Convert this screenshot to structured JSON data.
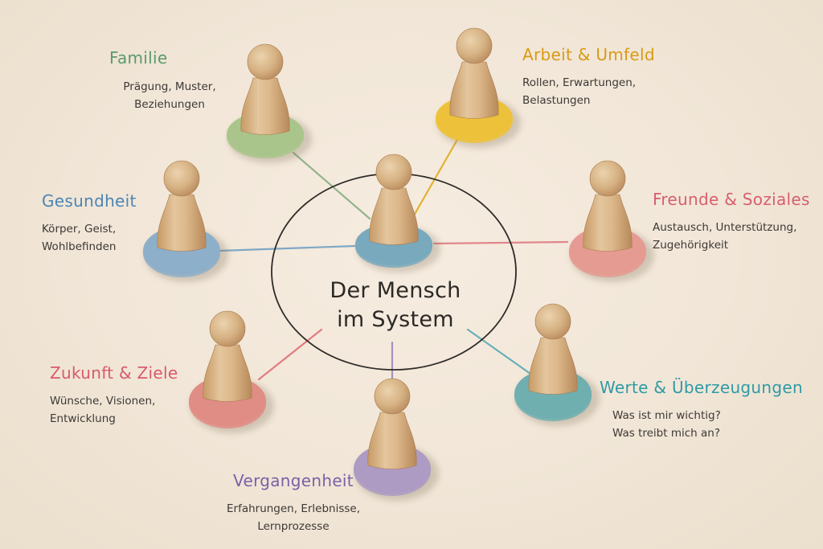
{
  "center": {
    "line1": "Der Mensch",
    "line2": "im System",
    "base_color": "#79a9bd"
  },
  "nodes": [
    {
      "id": "familie",
      "title": "Familie",
      "line1": "Prägung, Muster,",
      "line2": "Beziehungen",
      "color": "#5a9a6c",
      "base_color": "#a9c58b",
      "line_color": "#92b48c"
    },
    {
      "id": "arbeit",
      "title": "Arbeit & Umfeld",
      "line1": "Rollen, Erwartungen,",
      "line2": "Belastungen",
      "color": "#d99a16",
      "base_color": "#edc23a",
      "line_color": "#e1b230"
    },
    {
      "id": "gesundheit",
      "title": "Gesundheit",
      "line1": "Körper, Geist,",
      "line2": "Wohlbefinden",
      "color": "#4b85b5",
      "base_color": "#8eafc9",
      "line_color": "#7fa8c5"
    },
    {
      "id": "freunde",
      "title": "Freunde & Soziales",
      "line1": "Austausch, Unterstützung,",
      "line2": "Zugehörigkeit",
      "color": "#d65f6e",
      "base_color": "#e59a92",
      "line_color": "#e0878b"
    },
    {
      "id": "zukunft",
      "title": "Zukunft & Ziele",
      "line1": "Wünsche, Visionen,",
      "line2": "Entwicklung",
      "color": "#d85a6a",
      "base_color": "#e08d86",
      "line_color": "#e07c80"
    },
    {
      "id": "werte",
      "title": "Werte & Überzeugungen",
      "line1": "Was ist mir wichtig?",
      "line2": "Was treibt mich an?",
      "color": "#2f9aa5",
      "base_color": "#6fafb0",
      "line_color": "#67b1b8"
    },
    {
      "id": "vergangenheit",
      "title": "Vergangenheit",
      "line1": "Erfahrungen, Erlebnisse,",
      "line2": "Lernprozesse",
      "color": "#7b60a8",
      "base_color": "#ad9bc3",
      "line_color": "#a591bd"
    }
  ]
}
